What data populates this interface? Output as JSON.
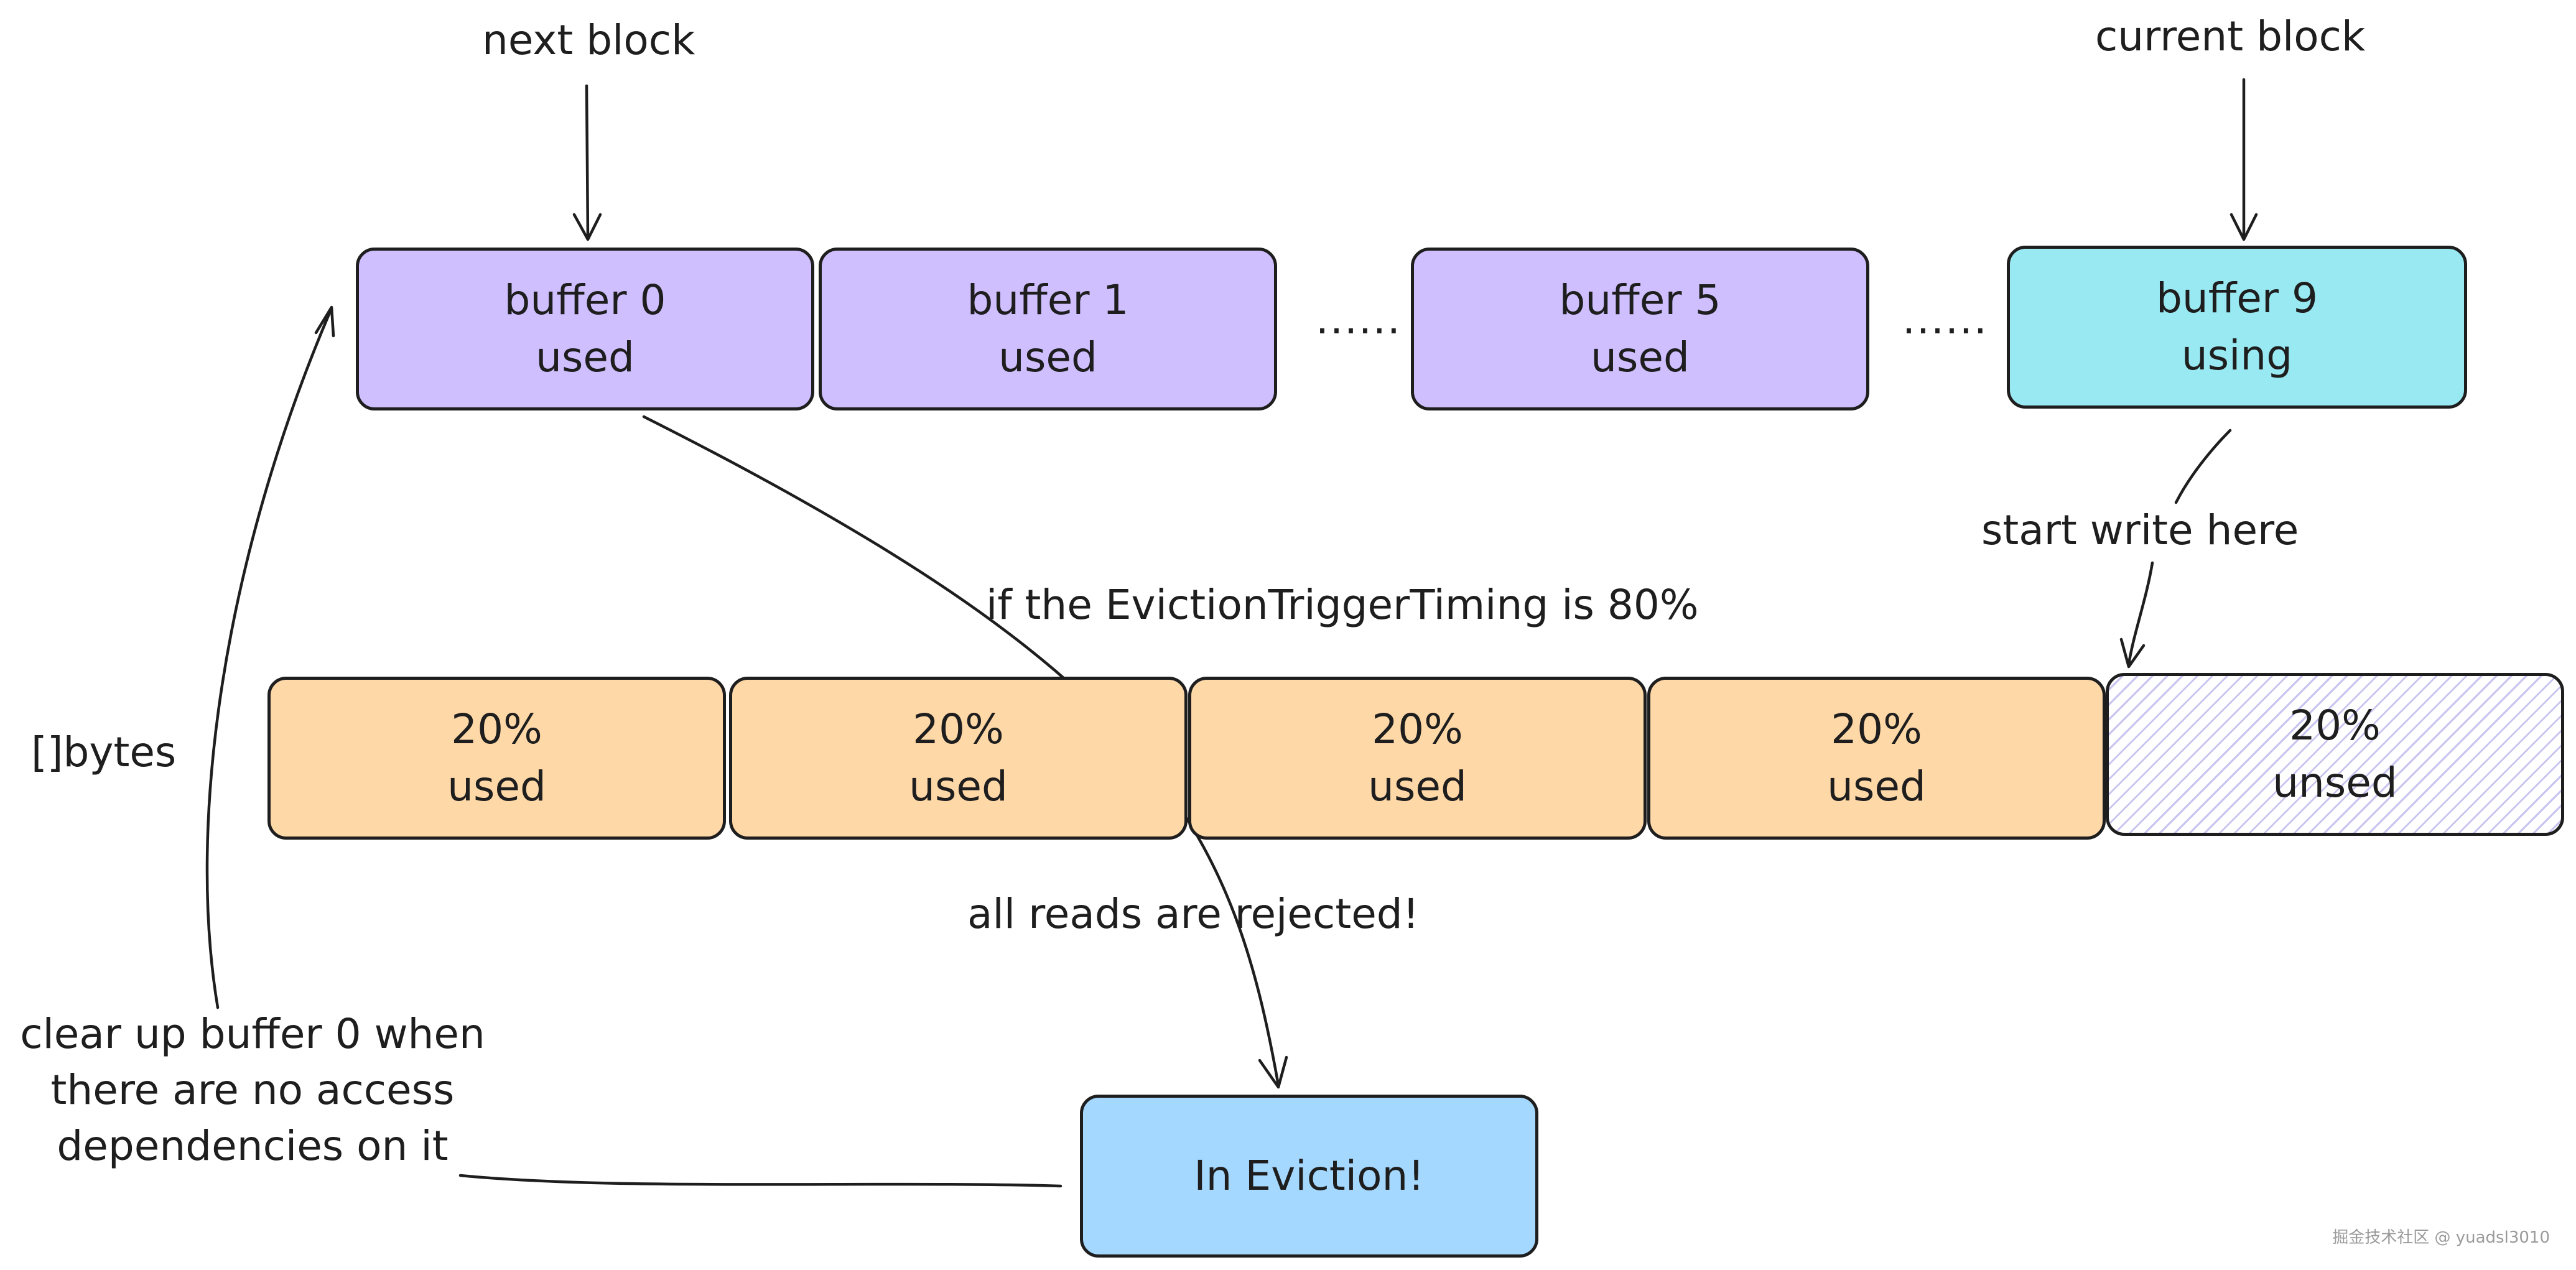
{
  "labels": {
    "next_block": "next block",
    "current_block": "current block",
    "start_write_here": "start write here",
    "eviction_timing": "if the EvictionTriggerTiming is 80%",
    "bytes": "[]bytes",
    "all_reads_rejected": "all reads are rejected!",
    "clear_up": [
      "clear up buffer 0 when",
      "there are no access",
      "dependencies on it"
    ]
  },
  "buffers": [
    {
      "name": "buffer 0",
      "status": "used",
      "color": "#d0bfff"
    },
    {
      "name": "buffer 1",
      "status": "used",
      "color": "#d0bfff"
    },
    {
      "name": "buffer 5",
      "status": "used",
      "color": "#d0bfff"
    },
    {
      "name": "buffer 9",
      "status": "using",
      "color": "#99e9f2"
    }
  ],
  "ellipsis": "......",
  "segments": [
    {
      "percent": "20%",
      "status": "used",
      "color": "#ffd8a8"
    },
    {
      "percent": "20%",
      "status": "used",
      "color": "#ffd8a8"
    },
    {
      "percent": "20%",
      "status": "used",
      "color": "#ffd8a8"
    },
    {
      "percent": "20%",
      "status": "used",
      "color": "#ffd8a8"
    },
    {
      "percent": "20%",
      "status": "unsed",
      "color": "hatched"
    }
  ],
  "eviction_box": {
    "label": "In Eviction!",
    "color": "#a5d8ff"
  },
  "watermark": "掘金技术社区 @ yuadsl3010"
}
